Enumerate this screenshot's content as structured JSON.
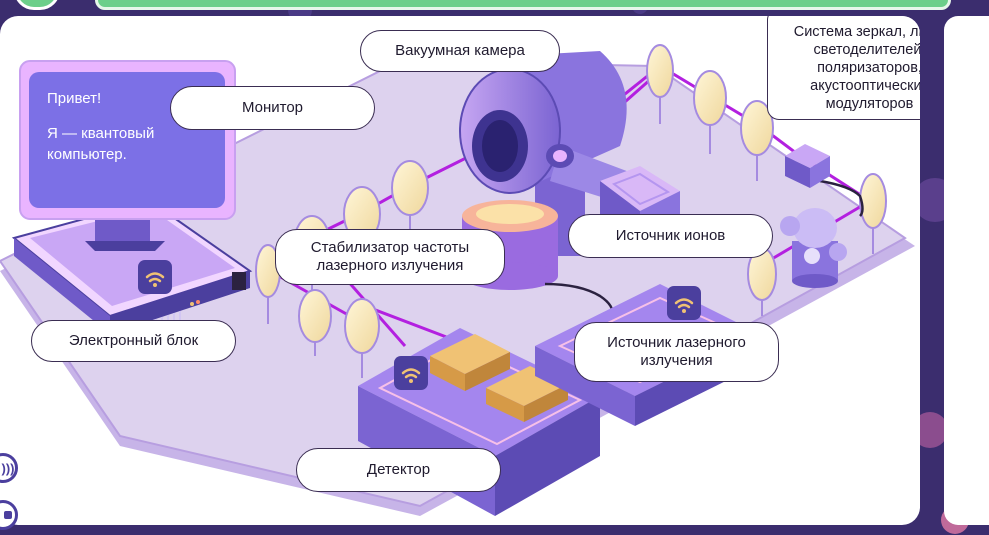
{
  "monitor": {
    "greeting": "Привет!",
    "intro": "Я — квантовый компьютер."
  },
  "labels": {
    "monitor": "Монитор",
    "vacuum_chamber": "Вакуумная камера",
    "optics_system": "Система зеркал, линз, светоделителей, поляризаторов, акустооптических модуляторов",
    "frequency_stabilizer": "Стабилизатор частоты лазерного излучения",
    "ion_source": "Источник ионов",
    "electronic_unit": "Электронный блок",
    "laser_source": "Источник лазерного излучения",
    "detector": "Детектор"
  },
  "icons": {
    "wifi": "wifi-icon",
    "audio": "audio-icon",
    "stop": "stop-icon"
  },
  "colors": {
    "background": "#3b2d6e",
    "accent_green": "#6ccf8a",
    "platform": "#ddd2ee",
    "device_purple": "#7c70e6",
    "laser_beam": "#b320e0",
    "gold": "#f0c274"
  }
}
